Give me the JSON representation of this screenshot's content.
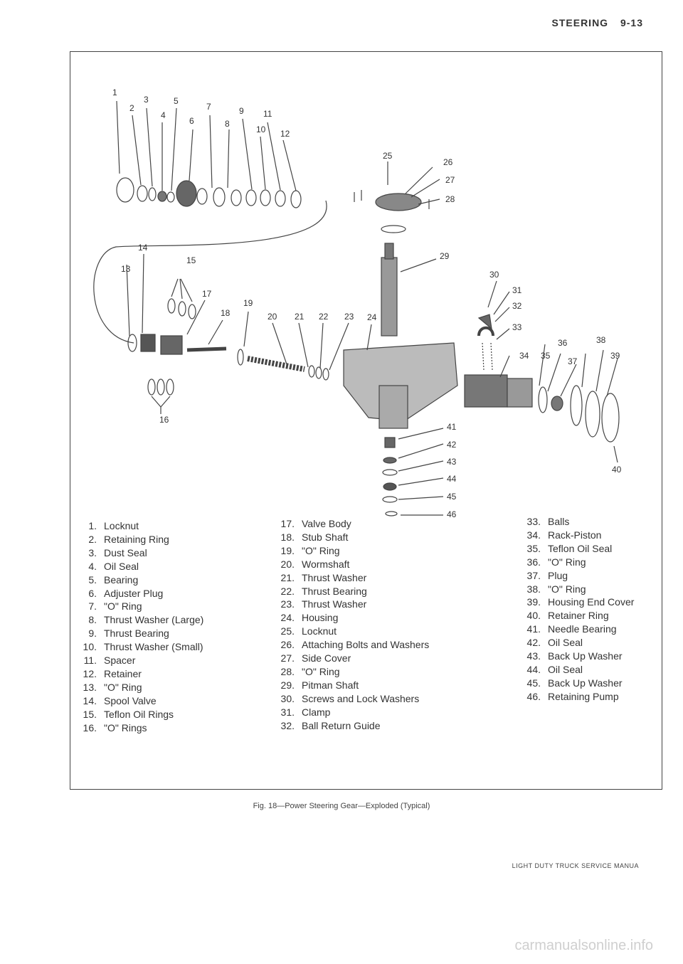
{
  "header": {
    "section": "STEERING",
    "page": "9-13"
  },
  "legend": {
    "col1": [
      {
        "num": "1.",
        "label": "Locknut"
      },
      {
        "num": "2.",
        "label": "Retaining Ring"
      },
      {
        "num": "3.",
        "label": "Dust Seal"
      },
      {
        "num": "4.",
        "label": "Oil Seal"
      },
      {
        "num": "5.",
        "label": "Bearing"
      },
      {
        "num": "6.",
        "label": "Adjuster Plug"
      },
      {
        "num": "7.",
        "label": "\"O\" Ring"
      },
      {
        "num": "8.",
        "label": "Thrust Washer (Large)"
      },
      {
        "num": "9.",
        "label": "Thrust Bearing"
      },
      {
        "num": "10.",
        "label": "Thrust Washer (Small)"
      },
      {
        "num": "11.",
        "label": "Spacer"
      },
      {
        "num": "12.",
        "label": "Retainer"
      },
      {
        "num": "13.",
        "label": "\"O\" Ring"
      },
      {
        "num": "14.",
        "label": "Spool Valve"
      },
      {
        "num": "15.",
        "label": "Teflon Oil Rings"
      },
      {
        "num": "16.",
        "label": "\"O\" Rings"
      }
    ],
    "col2": [
      {
        "num": "17.",
        "label": "Valve Body"
      },
      {
        "num": "18.",
        "label": "Stub Shaft"
      },
      {
        "num": "19.",
        "label": "\"O\" Ring"
      },
      {
        "num": "20.",
        "label": "Wormshaft"
      },
      {
        "num": "21.",
        "label": "Thrust Washer"
      },
      {
        "num": "22.",
        "label": "Thrust Bearing"
      },
      {
        "num": "23.",
        "label": "Thrust Washer"
      },
      {
        "num": "24.",
        "label": "Housing"
      },
      {
        "num": "25.",
        "label": "Locknut"
      },
      {
        "num": "26.",
        "label": "Attaching Bolts and Washers"
      },
      {
        "num": "27.",
        "label": "Side Cover"
      },
      {
        "num": "28.",
        "label": "\"O\" Ring"
      },
      {
        "num": "29.",
        "label": "Pitman Shaft"
      },
      {
        "num": "30.",
        "label": "Screws and Lock Washers"
      },
      {
        "num": "31.",
        "label": "Clamp"
      },
      {
        "num": "32.",
        "label": "Ball Return Guide"
      }
    ],
    "col3": [
      {
        "num": "33.",
        "label": "Balls"
      },
      {
        "num": "34.",
        "label": "Rack-Piston"
      },
      {
        "num": "35.",
        "label": "Teflon Oil Seal"
      },
      {
        "num": "36.",
        "label": "\"O\" Ring"
      },
      {
        "num": "37.",
        "label": "Plug"
      },
      {
        "num": "38.",
        "label": "\"O\" Ring"
      },
      {
        "num": "39.",
        "label": "Housing End Cover"
      },
      {
        "num": "40.",
        "label": "Retainer Ring"
      },
      {
        "num": "41.",
        "label": "Needle Bearing"
      },
      {
        "num": "42.",
        "label": "Oil Seal"
      },
      {
        "num": "43.",
        "label": "Back Up Washer"
      },
      {
        "num": "44.",
        "label": "Oil Seal"
      },
      {
        "num": "45.",
        "label": "Back Up Washer"
      },
      {
        "num": "46.",
        "label": "Retaining Pump"
      }
    ]
  },
  "figure": {
    "callouts": [
      "1",
      "2",
      "3",
      "4",
      "5",
      "6",
      "7",
      "8",
      "9",
      "10",
      "11",
      "12",
      "13",
      "14",
      "15",
      "16",
      "17",
      "18",
      "19",
      "20",
      "21",
      "22",
      "23",
      "24",
      "25",
      "26",
      "27",
      "28",
      "29",
      "30",
      "31",
      "32",
      "33",
      "34",
      "35",
      "36",
      "37",
      "38",
      "39",
      "40",
      "41",
      "42",
      "43",
      "44",
      "45",
      "46"
    ],
    "caption": "Fig. 18—Power Steering Gear—Exploded (Typical)"
  },
  "footer": {
    "text": "LIGHT DUTY TRUCK SERVICE MANUA",
    "watermark": "carmanualsonline.info"
  }
}
